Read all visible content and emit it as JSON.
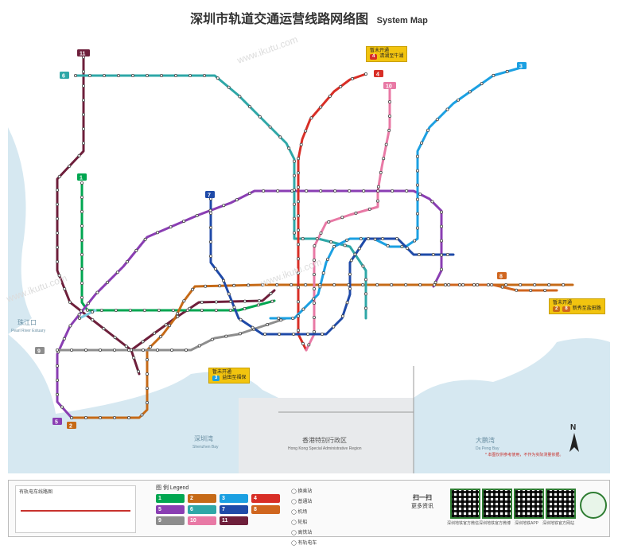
{
  "title": "深圳市轨道交通运营线路网络图",
  "title_en": "System Map",
  "colors": {
    "L1": "#00a650",
    "L2": "#c66a17",
    "L3": "#1ba0e2",
    "L4": "#d82e26",
    "L5": "#8a3eb3",
    "L6": "#2ea7a7",
    "L7": "#1f4aa8",
    "L8": "#d0661f",
    "L9": "#8d8d8d",
    "L10": "#e879a5",
    "L11": "#6e1f3b",
    "L20": "#7fcbe0",
    "sea": "#cfe4ee",
    "land": "#ffffff"
  },
  "line_labels": [
    {
      "id": "l1",
      "text": "1",
      "color": "#00a650"
    },
    {
      "id": "l2",
      "text": "2",
      "color": "#c66a17"
    },
    {
      "id": "l3",
      "text": "3",
      "color": "#1ba0e2"
    },
    {
      "id": "l4",
      "text": "4",
      "color": "#d82e26"
    },
    {
      "id": "l5",
      "text": "5",
      "color": "#8a3eb3"
    },
    {
      "id": "l6",
      "text": "6",
      "color": "#2ea7a7"
    },
    {
      "id": "l7",
      "text": "7",
      "color": "#1f4aa8"
    },
    {
      "id": "l8",
      "text": "8",
      "color": "#d0661f"
    },
    {
      "id": "l9",
      "text": "9",
      "color": "#8d8d8d"
    },
    {
      "id": "l10",
      "text": "10",
      "color": "#e879a5"
    },
    {
      "id": "l11",
      "text": "11",
      "color": "#6e1f3b"
    }
  ],
  "places": {
    "pearl_river": "珠江口",
    "pearl_river_en": "Pearl River Estuary",
    "shenzhen_bay": "深圳湾",
    "shenzhen_bay_en": "Shenzhen Bay",
    "hk": "香港特别行政区",
    "hk_en": "Hong Kong Special Administrative Region",
    "dapeng_bay": "大鹏湾",
    "dapeng_bay_en": "Da Peng Bay",
    "north": "N"
  },
  "notices": {
    "n1_title": "暂未开通",
    "n1_line": "4",
    "n1_text": "清湖至牛湖",
    "n2_title": "暂未开通",
    "n2_line_a": "2",
    "n2_line_b": "8",
    "n2_text": "新秀至盐田路",
    "n3_title": "暂未开通",
    "n3_line": "3",
    "n3_text": "益田至福保"
  },
  "legend": {
    "header": "图 例",
    "header_en": "Legend",
    "fare_caption": "有轨电车线路图",
    "symbols": [
      "换乘站",
      "普通站",
      "机场",
      "轮船",
      "高铁站",
      "有轨电车"
    ],
    "scan_title": "扫一扫",
    "scan_sub": "更多资讯",
    "qr_captions": [
      "深圳地铁官方微信",
      "深圳地铁官方微博",
      "深圳地铁APP",
      "深圳地铁官方网站"
    ],
    "note": "* 本图仅供参考使用，不作为实际测量依据。",
    "watermark": "www.ikutu.com"
  }
}
